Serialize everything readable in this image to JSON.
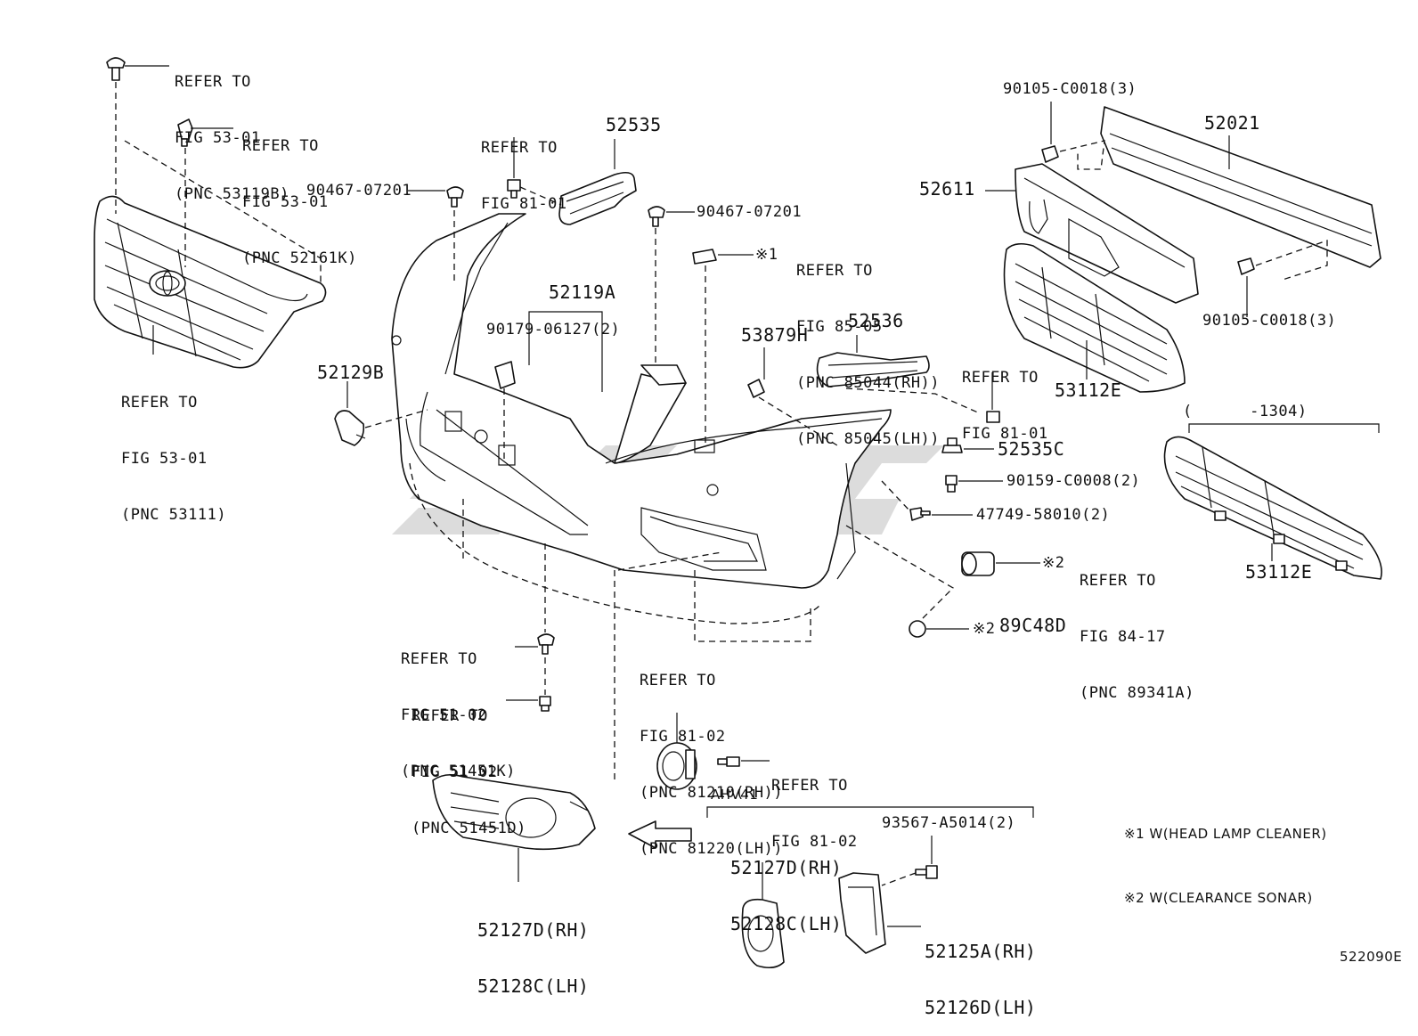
{
  "labels": {
    "refer_53119b": [
      "REFER TO",
      "FIG 53-01",
      "(PNC 53119B)"
    ],
    "refer_52161k": [
      "REFER TO",
      "FIG 53-01",
      "(PNC 52161K)"
    ],
    "refer_53111": [
      "REFER TO",
      "FIG 53-01",
      "(PNC 53111)"
    ],
    "refer_81_01_top": [
      "REFER TO",
      "FIG 81-01"
    ],
    "pn_52535": "52535",
    "pn_90467_left": "90467-07201",
    "pn_90467_right": "90467-07201",
    "refer_85_05": [
      "REFER TO",
      "FIG 85-05",
      "(PNC 85044(RH))",
      "(PNC 85045(LH))"
    ],
    "mark_1": "※1",
    "pn_52119a": "52119A",
    "pn_90179": "90179-06127(2)",
    "pn_52129b": "52129B",
    "pn_53879h": "53879H",
    "pn_52536": "52536",
    "refer_81_01_right": [
      "REFER TO",
      "FIG 81-01"
    ],
    "pn_90105_top": "90105-C0018(3)",
    "pn_52021": "52021",
    "pn_52611": "52611",
    "pn_90105_bottom": "90105-C0018(3)",
    "pn_53112e_top": "53112E",
    "range_label": "(      -1304)",
    "pn_53112e_side": "53112E",
    "pn_52535c": "52535C",
    "pn_90159": "90159-C0008(2)",
    "pn_47749": "47749-58010(2)",
    "refer_84_17": [
      "REFER TO",
      "FIG 84-17",
      "(PNC 89341A)"
    ],
    "mark_2a": "※2",
    "mark_2b": "※2",
    "pn_89c48d": "89C48D",
    "refer_51451k": [
      "REFER TO",
      "FIG 51-02",
      "(PNC 51451K)"
    ],
    "refer_51451d": [
      "REFER TO",
      "FIG 51-02",
      "(PNC 51451D)"
    ],
    "refer_81_02_top": [
      "REFER TO",
      "FIG 81-02",
      "(PNC 81210(RH))",
      "(PNC 81220(LH))"
    ],
    "refer_81_02_small": [
      "REFER TO",
      "FIG 81-02"
    ],
    "pn_52127d_bottom": [
      "52127D(RH)",
      "52128C(LH)"
    ],
    "ahv41": "AHV41",
    "pn_52127d_inset": [
      "52127D(RH)",
      "52128C(LH)"
    ],
    "pn_93567": "93567-A5014(2)",
    "pn_52125a": [
      "52125A(RH)",
      "52126D(LH)"
    ],
    "notes": [
      "※1 W(HEAD LAMP CLEANER)",
      "※2 W(CLEARANCE SONAR)"
    ],
    "diagram_code": "522090E"
  },
  "colors": {
    "line": "#111111",
    "background": "#ffffff",
    "watermark": "#d6d6d6"
  },
  "icons": [
    "clip-icon",
    "bolt-icon",
    "nut-icon",
    "sensor-icon",
    "toyota-emblem-icon",
    "arrow-icon"
  ]
}
